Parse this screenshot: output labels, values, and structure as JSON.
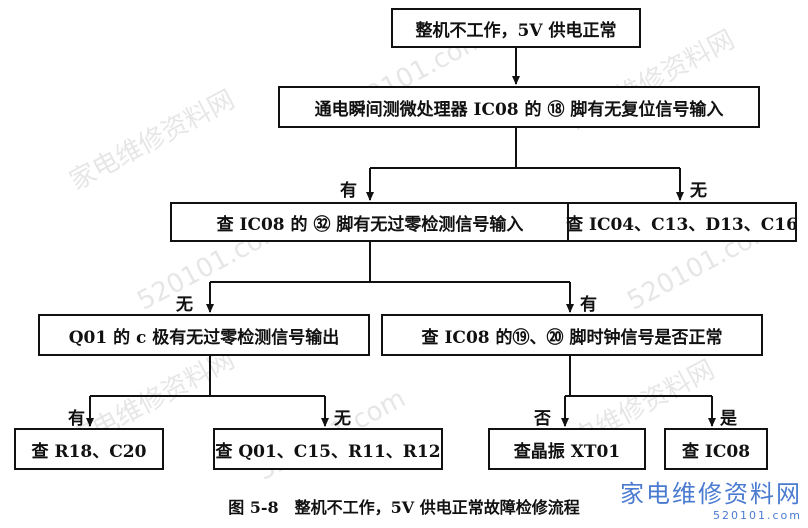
{
  "nodes": {
    "n_top": "整机不工作，5V 供电正常",
    "n_reset": "通电瞬间测微处理器 IC08 的 ⑱ 脚有无复位信号输入",
    "n_zero": "查 IC08 的 ㉜ 脚有无过零检测信号输入",
    "n_ic04": "查 IC04、C13、D13、C16",
    "n_q01": "Q01 的 c 极有无过零检测信号输出",
    "n_clock": "查 IC08 的⑲、⑳ 脚时钟信号是否正常",
    "n_r18": "查 R18、C20",
    "n_q01b": "查 Q01、C15、R11、R12",
    "n_xt01": "查晶振 XT01",
    "n_ic08": "查 IC08"
  },
  "labels": {
    "yes1": "有",
    "no1": "无",
    "no2": "无",
    "yes2": "有",
    "yes3": "有",
    "no3": "无",
    "no4": "否",
    "yes4": "是"
  },
  "caption": "图 5-8　整机不工作，5V 供电正常故障检修流程",
  "watermark": "家电维修资料网",
  "watermark_url": "520101.com",
  "brand": {
    "title": "家电维修资料网",
    "url": "520101.com"
  }
}
